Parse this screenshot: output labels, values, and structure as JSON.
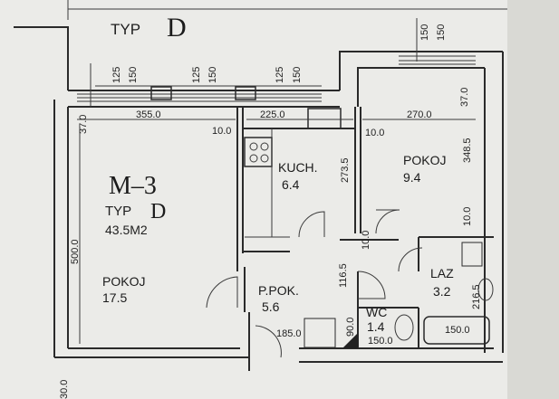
{
  "title": {
    "prefix": "TYP",
    "letter": "D"
  },
  "apartment": {
    "code": "M–3",
    "type_prefix": "TYP",
    "type_letter": "D",
    "area": "43.5M2"
  },
  "rooms": {
    "pokoj_large": {
      "name": "POKOJ",
      "area": "17.5"
    },
    "kitchen": {
      "name": "KUCH.",
      "area": "6.4"
    },
    "pokoj_small": {
      "name": "POKOJ",
      "area": "9.4"
    },
    "hall": {
      "name": "P.POK.",
      "area": "5.6"
    },
    "bath": {
      "name": "LAZ",
      "area": "3.2"
    },
    "wc": {
      "name": "WC",
      "area": "1.4"
    }
  },
  "dimensions": {
    "w125a": "125",
    "w150a": "150",
    "w125b": "125",
    "w150b": "150",
    "w125c": "125",
    "w150c": "150",
    "w150d": "150",
    "w150e": "150",
    "d355": "355.0",
    "d225": "225.0",
    "d270": "270.0",
    "d37a": "37.0",
    "d37b": "37.0",
    "d10a": "10.0",
    "d10b": "10.0",
    "d500": "500.0",
    "d2735": "273.5",
    "d3485": "348.5",
    "d10c": "10.0",
    "d10d": "10.0",
    "d1165": "116.5",
    "d2165": "216.5",
    "d185": "185.0",
    "d90": "90.0",
    "d150wc": "150.0",
    "d150bath": "150.0",
    "d30": "30.0"
  }
}
